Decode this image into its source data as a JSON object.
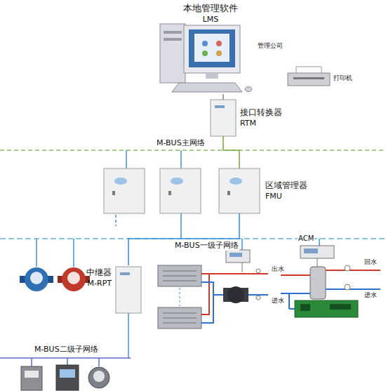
{
  "diagram": {
    "nodes": [
      {
        "text": [
          "本地管理软件",
          "LMS"
        ]
      },
      {
        "text": [
          "接口转换器",
          "RTM"
        ]
      },
      {
        "text": [
          "区域管理器",
          "FMU"
        ]
      },
      {
        "text": [
          "中继器",
          "M-RPT"
        ]
      }
    ],
    "edges": [
      {
        "from": 0,
        "to": 1,
        "arrow": "none"
      },
      {
        "from": 1,
        "to": 2,
        "arrow": "none"
      },
      {
        "from": 2,
        "to": 3,
        "arrow": "none"
      }
    ],
    "labels": [
      "管理公司",
      "打印机",
      "M-BUS主网络",
      "M-BUS一级子网络",
      "M-BUS二级子网络",
      "ACM",
      "出水",
      "进水",
      "回水",
      "进水"
    ]
  }
}
